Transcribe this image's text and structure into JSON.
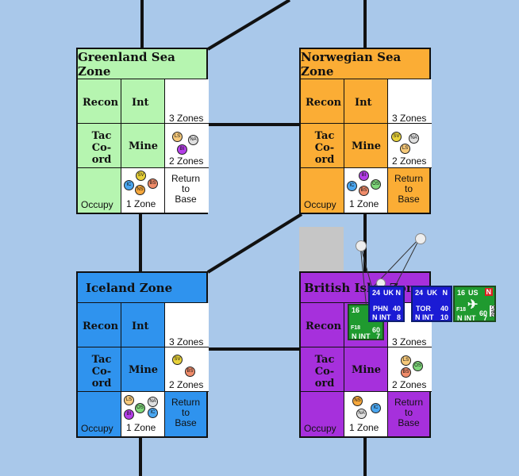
{
  "zones": {
    "greenland": {
      "name": "Greenland Sea Zone"
    },
    "norwegian": {
      "name": "Norwegian Sea Zone"
    },
    "iceland": {
      "name": "Iceland Zone"
    },
    "british": {
      "name": "British Isles Zone"
    }
  },
  "boxes": {
    "recon": "Recon",
    "int": "Int",
    "tac_line1": "Tac",
    "tac_line2": "Co-ord",
    "mine": "Mine",
    "occupy": "Occupy",
    "zones3": "3 Zones",
    "zones2": "2 Zones",
    "zone1": "1 Zone",
    "return_line1": "Return",
    "return_line2": "to",
    "return_line3": "Base"
  },
  "markers": {
    "ls": "LS",
    "na": "NA",
    "bi": "BI",
    "sv": "SV",
    "ic": "IC",
    "ns": "NS",
    "bs": "BS",
    "os": "OS"
  },
  "counters": {
    "c1": {
      "range": "24",
      "nation": "UK",
      "tag": "N",
      "type": "PHN",
      "value": "40",
      "mission": "N INT",
      "strength": "8"
    },
    "c2": {
      "range": "24",
      "nation": "UK",
      "tag": "N",
      "type": "TOR",
      "value": "40",
      "mission": "N INT",
      "strength": "10"
    },
    "c3": {
      "range": "16",
      "nation": "US",
      "tag": "N",
      "type": "F18",
      "value": "60",
      "mission": "N INT",
      "strength": "7",
      "side": "CVBG"
    },
    "c4": {
      "range": "16",
      "nation": "",
      "tag": "",
      "type": "F18",
      "value": "60",
      "mission": "N INT",
      "strength": "7"
    }
  },
  "colors": {
    "board": "#a9c8ea",
    "greenland": "#b6f5b0",
    "norwegian": "#fbad35",
    "iceland": "#2f93ee",
    "british": "#a630dc",
    "uk_counter": "#1b1bd4",
    "us_counter": "#1f9a2f"
  }
}
